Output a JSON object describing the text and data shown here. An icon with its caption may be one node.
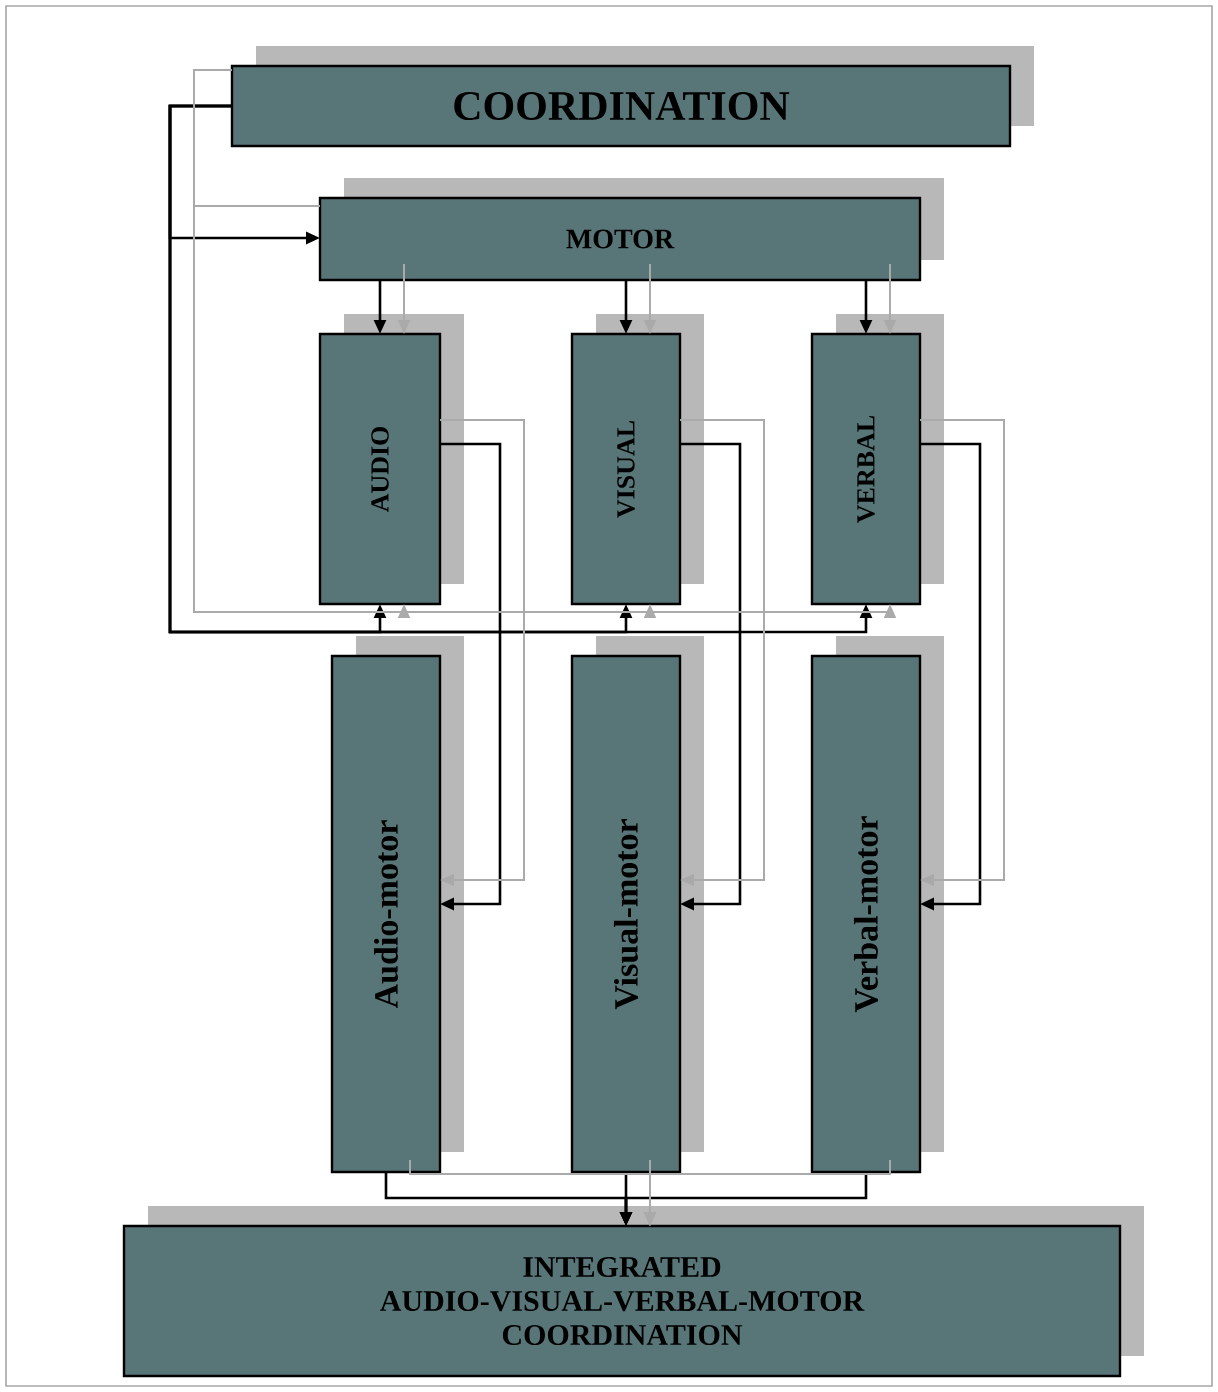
{
  "diagram": {
    "nodes": [
      {
        "text": [
          "COORDINATION"
        ]
      },
      {
        "text": [
          "MOTOR"
        ]
      },
      {
        "text": [
          "AUDIO"
        ]
      },
      {
        "text": [
          "VISUAL"
        ]
      },
      {
        "text": [
          "VERBAL"
        ]
      },
      {
        "text": [
          "Audio-motor"
        ]
      },
      {
        "text": [
          "Visual-motor"
        ]
      },
      {
        "text": [
          "Verbal-motor"
        ]
      },
      {
        "text": [
          "INTEGRATED AUDIO-VISUAL-VERBAL-MOTOR COORDINATION"
        ]
      }
    ],
    "edges": [
      {
        "from": 0,
        "to": 1,
        "arrow": "to"
      },
      {
        "from": 0,
        "to": 2,
        "arrow": "to"
      },
      {
        "from": 0,
        "to": 3,
        "arrow": "to"
      },
      {
        "from": 0,
        "to": 4,
        "arrow": "to"
      },
      {
        "from": 1,
        "to": 2,
        "arrow": "to"
      },
      {
        "from": 1,
        "to": 3,
        "arrow": "to"
      },
      {
        "from": 1,
        "to": 4,
        "arrow": "to"
      },
      {
        "from": 2,
        "to": 5,
        "arrow": "to"
      },
      {
        "from": 3,
        "to": 6,
        "arrow": "to"
      },
      {
        "from": 4,
        "to": 7,
        "arrow": "to"
      },
      {
        "from": 5,
        "to": 8,
        "arrow": "to"
      },
      {
        "from": 6,
        "to": 8,
        "arrow": "to"
      },
      {
        "from": 7,
        "to": 8,
        "arrow": "to"
      },
      {
        "from": 0,
        "to": 1,
        "arrow": "none",
        "color": "#aaaaaa"
      },
      {
        "from": 0,
        "to": 2,
        "arrow": "to",
        "color": "#aaaaaa"
      },
      {
        "from": 0,
        "to": 3,
        "arrow": "to",
        "color": "#aaaaaa"
      },
      {
        "from": 0,
        "to": 4,
        "arrow": "to",
        "color": "#aaaaaa"
      },
      {
        "from": 1,
        "to": 2,
        "arrow": "to",
        "color": "#aaaaaa"
      },
      {
        "from": 1,
        "to": 3,
        "arrow": "to",
        "color": "#aaaaaa"
      },
      {
        "from": 1,
        "to": 4,
        "arrow": "to",
        "color": "#aaaaaa"
      },
      {
        "from": 2,
        "to": 5,
        "arrow": "to",
        "color": "#aaaaaa"
      },
      {
        "from": 3,
        "to": 6,
        "arrow": "to",
        "color": "#aaaaaa"
      },
      {
        "from": 4,
        "to": 7,
        "arrow": "to",
        "color": "#aaaaaa"
      },
      {
        "from": 5,
        "to": 8,
        "arrow": "to",
        "color": "#aaaaaa"
      },
      {
        "from": 6,
        "to": 8,
        "arrow": "to",
        "color": "#aaaaaa"
      },
      {
        "from": 7,
        "to": 8,
        "arrow": "to",
        "color": "#aaaaaa"
      }
    ]
  }
}
